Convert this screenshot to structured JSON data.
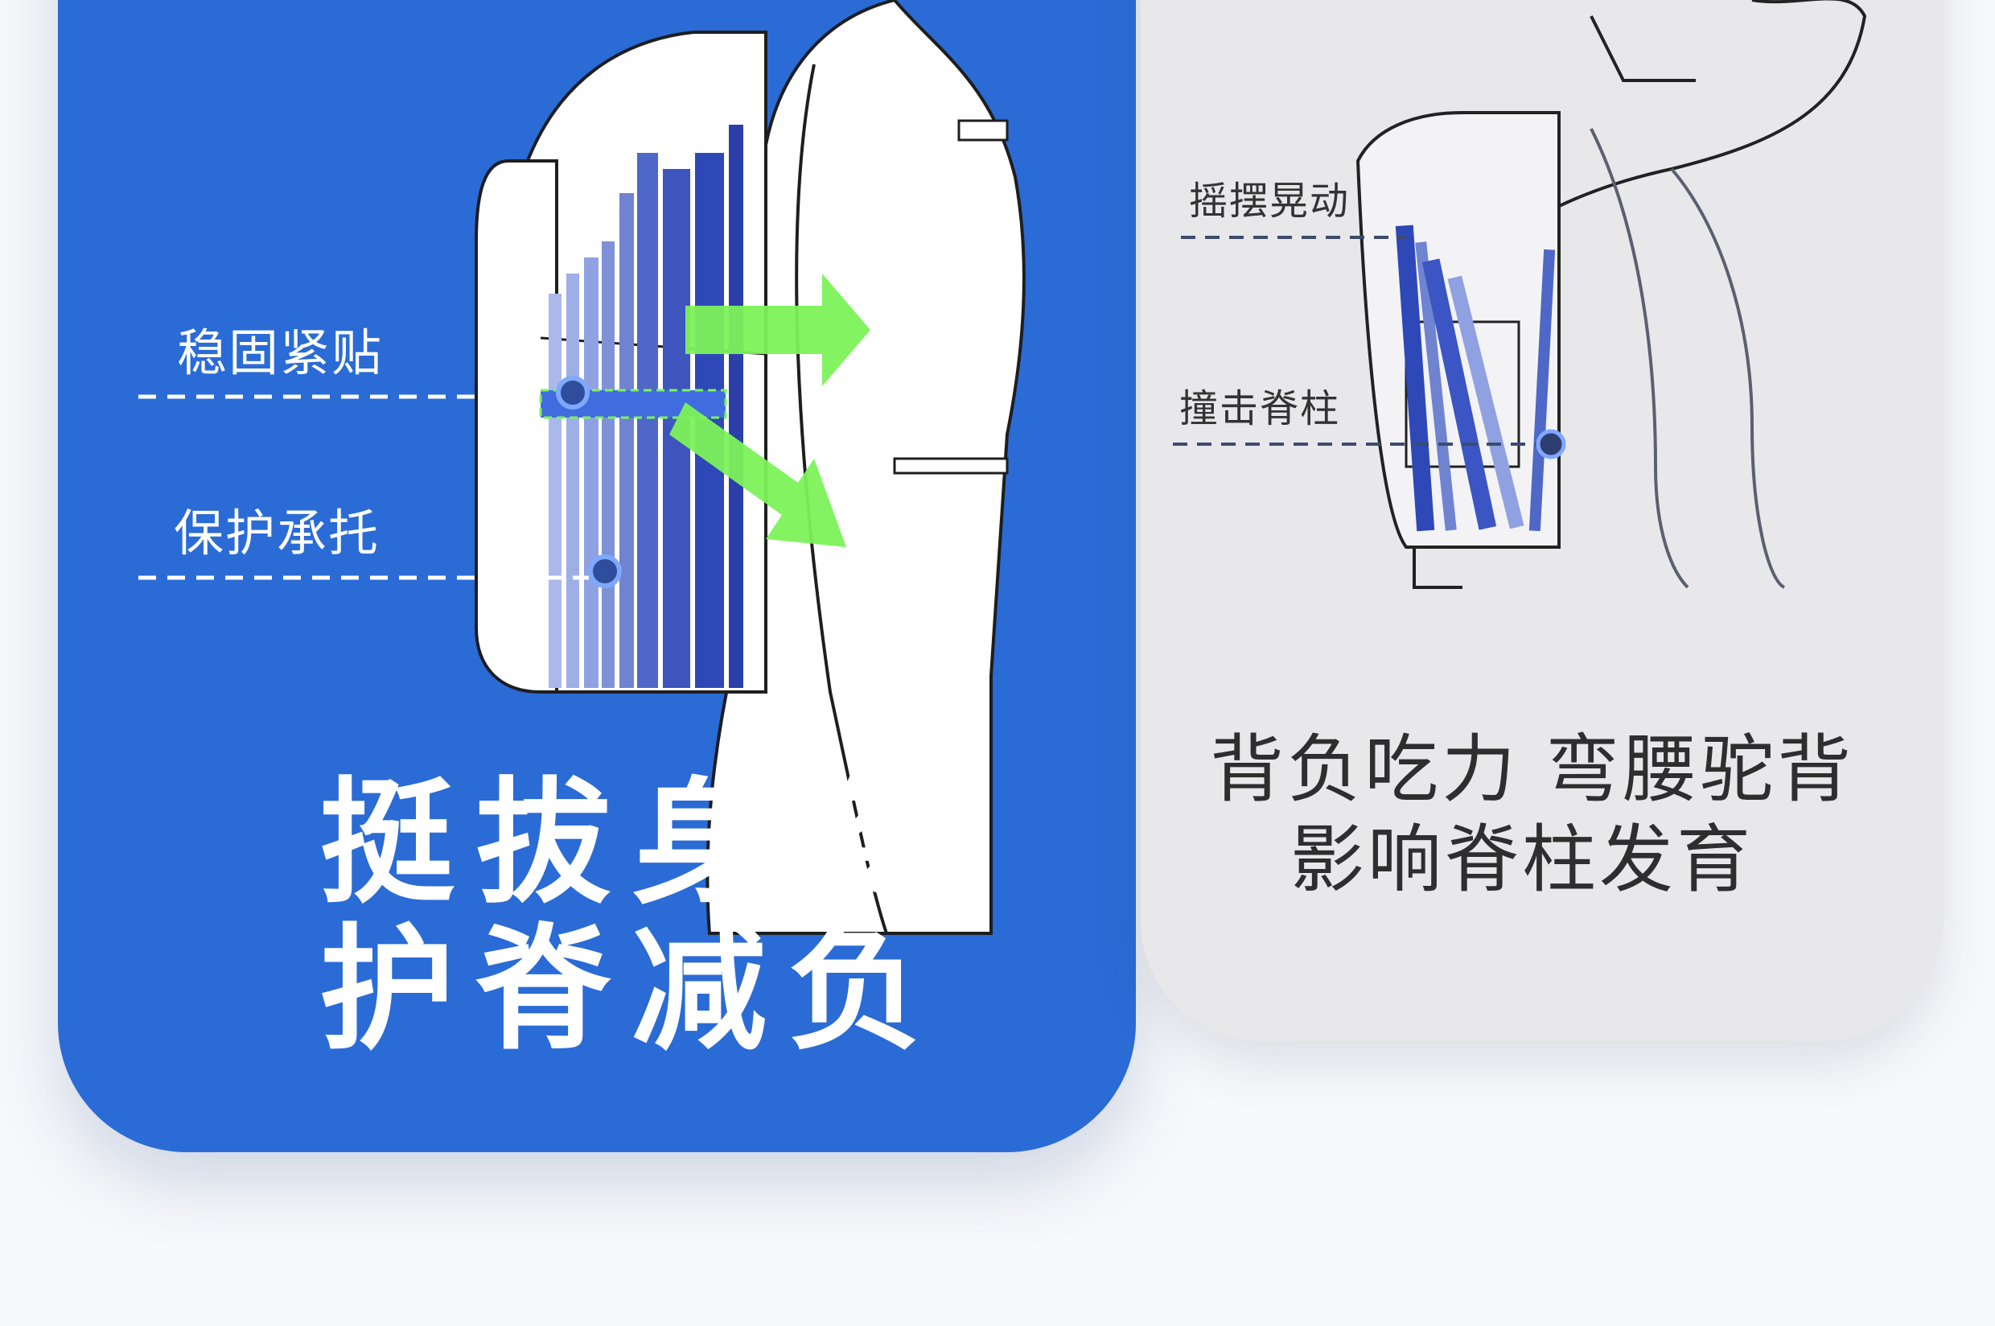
{
  "left_card": {
    "label_stable": "稳固紧贴",
    "label_support": "保护承托",
    "headline_line1": "挺拔身姿",
    "headline_line2": "护脊减负",
    "colors": {
      "card": "#2a6bd6",
      "arrow": "#7cf25a",
      "book": "#2f48b8"
    }
  },
  "right_card": {
    "label_sway": "摇摆晃动",
    "label_hit": "撞击脊柱",
    "subline_line1": "背负吃力 弯腰驼背",
    "subline_line2": "影响脊柱发育",
    "colors": {
      "card": "#e8e8ea",
      "book": "#3b55c4"
    }
  }
}
